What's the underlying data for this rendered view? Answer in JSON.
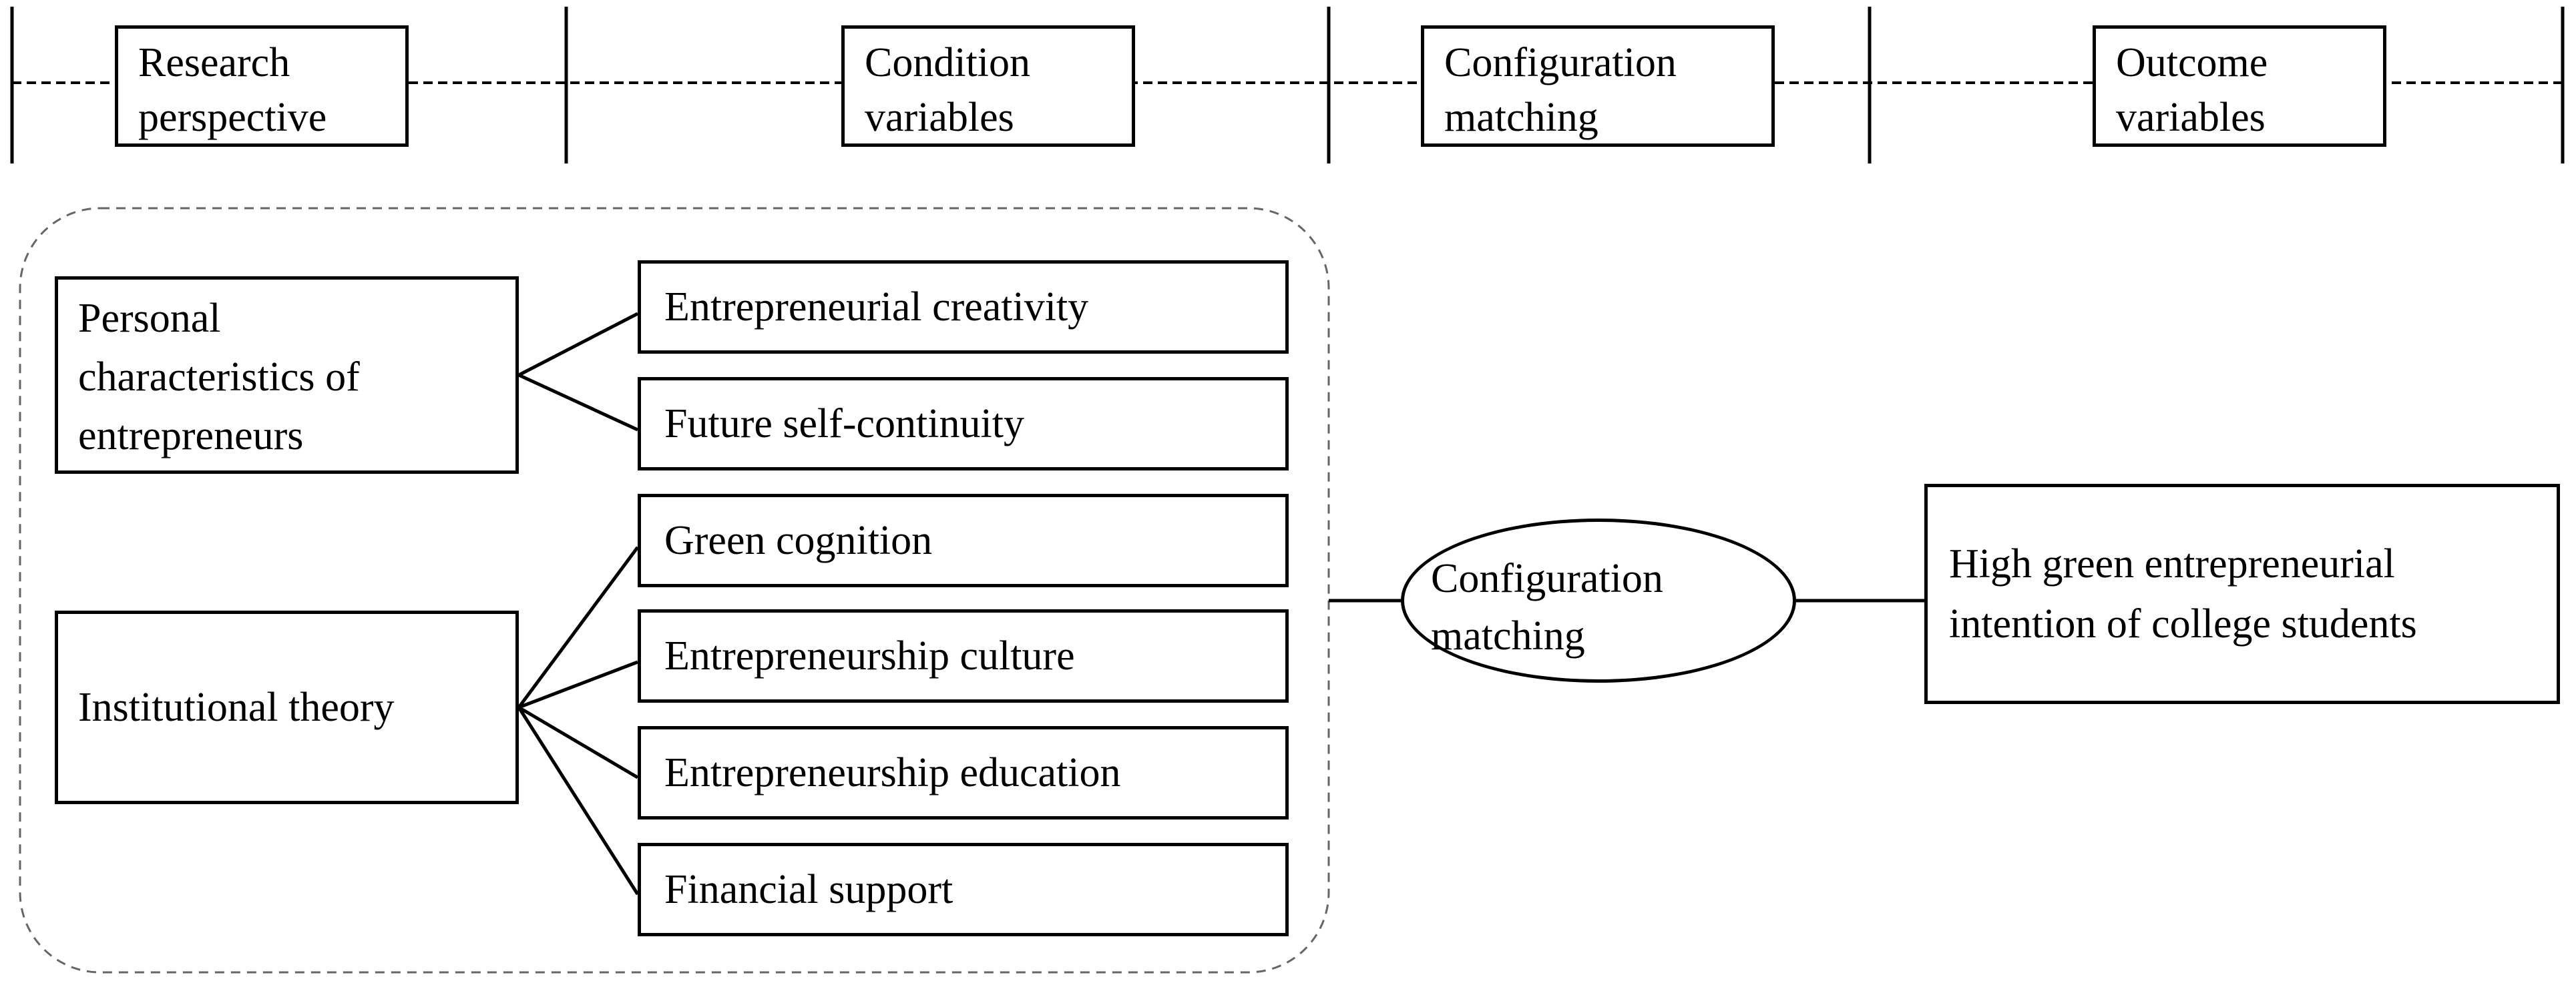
{
  "header": {
    "research_perspective": [
      "Research",
      "perspective"
    ],
    "condition_variables": [
      "Condition",
      "variables"
    ],
    "configuration_matching": [
      "Configuration",
      "matching"
    ],
    "outcome_variables": [
      "Outcome",
      "variables"
    ]
  },
  "categories": {
    "personal": [
      "Personal",
      "characteristics of",
      "entrepreneurs"
    ],
    "institutional": "Institutional theory"
  },
  "variables": {
    "creativity": "Entrepreneurial creativity",
    "continuity": "Future self-continuity",
    "cognition": "Green cognition",
    "culture": "Entrepreneurship culture",
    "education": "Entrepreneurship education",
    "financial": "Financial support"
  },
  "center": [
    "Configuration",
    "matching"
  ],
  "outcome": [
    "High green entrepreneurial",
    "intention of college students"
  ]
}
